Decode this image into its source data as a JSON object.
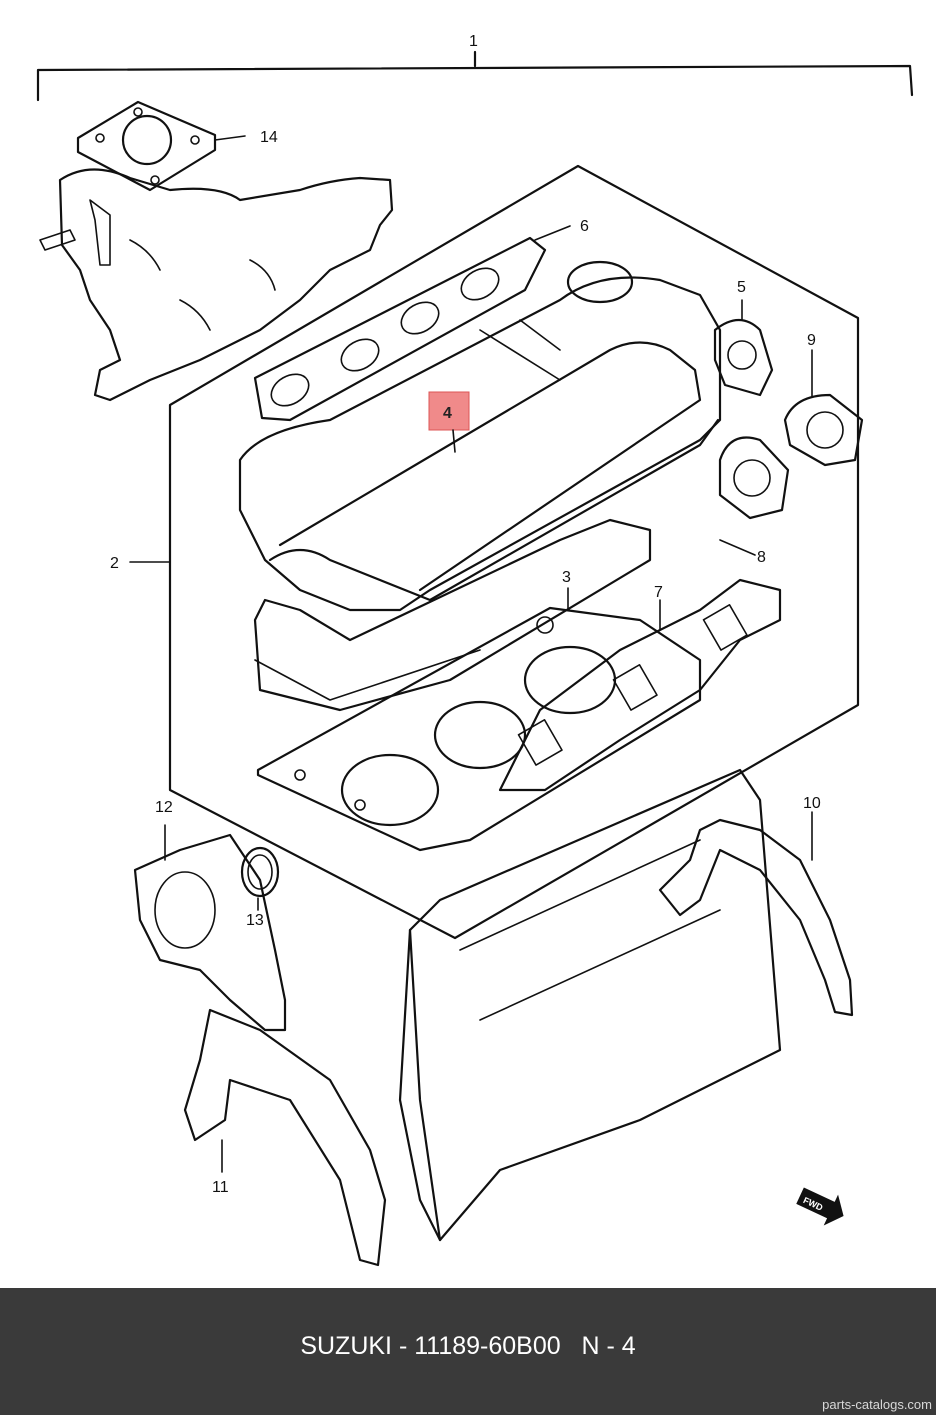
{
  "diagram": {
    "callouts": [
      "1",
      "2",
      "3",
      "4",
      "5",
      "6",
      "7",
      "8",
      "9",
      "10",
      "11",
      "12",
      "13",
      "14"
    ],
    "highlighted_callout": "4",
    "highlight_color": "#f08a8a",
    "direction_marker": "FWD"
  },
  "footer": {
    "title": "SUZUKI - 11189-60B00   N - 4",
    "site": "parts-catalogs.com",
    "background": "#3a3a3a"
  }
}
